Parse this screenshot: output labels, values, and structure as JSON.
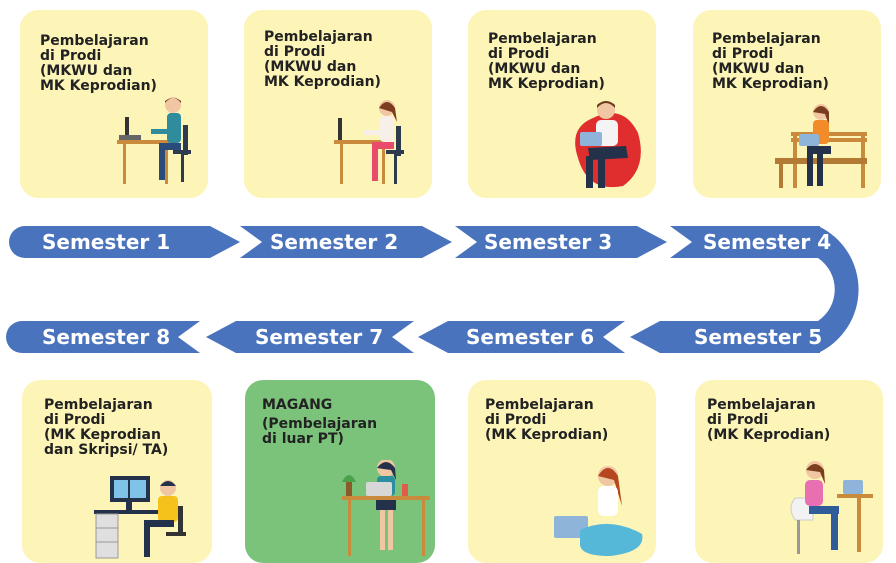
{
  "colors": {
    "arrow": "#4a73bd",
    "card": "#fdf5b8",
    "card_highlight": "#7bc37b"
  },
  "semesters": [
    {
      "label": "Semester 1"
    },
    {
      "label": "Semester 2"
    },
    {
      "label": "Semester 3"
    },
    {
      "label": "Semester 4"
    },
    {
      "label": "Semester 5"
    },
    {
      "label": "Semester 6"
    },
    {
      "label": "Semester 7"
    },
    {
      "label": "Semester 8"
    }
  ],
  "cards": {
    "s1": {
      "title": "",
      "text": "Pembelajaran\ndi Prodi\n(MKWU dan\nMK Keprodian)",
      "illustration": "student-at-desk"
    },
    "s2": {
      "title": "",
      "text": "Pembelajaran\ndi Prodi\n(MKWU dan\nMK Keprodian)",
      "illustration": "student-at-desk"
    },
    "s3": {
      "title": "",
      "text": "Pembelajaran\ndi Prodi\n(MKWU dan\nMK Keprodian)",
      "illustration": "student-on-beanbag"
    },
    "s4": {
      "title": "",
      "text": "Pembelajaran\ndi Prodi\n(MKWU dan\nMK Keprodian)",
      "illustration": "student-on-bench"
    },
    "s5": {
      "title": "",
      "text": "Pembelajaran\ndi Prodi\n(MK Keprodian)",
      "illustration": "student-at-table"
    },
    "s6": {
      "title": "",
      "text": "Pembelajaran\ndi Prodi\n(MK Keprodian)",
      "illustration": "student-on-floor"
    },
    "s7": {
      "title": "MAGANG",
      "text": "(Pembelajaran\ndi luar PT)",
      "illustration": "intern-at-office"
    },
    "s8": {
      "title": "",
      "text": "Pembelajaran\ndi Prodi\n(MK Keprodian\ndan Skripsi/ TA)",
      "illustration": "student-at-computer"
    }
  }
}
